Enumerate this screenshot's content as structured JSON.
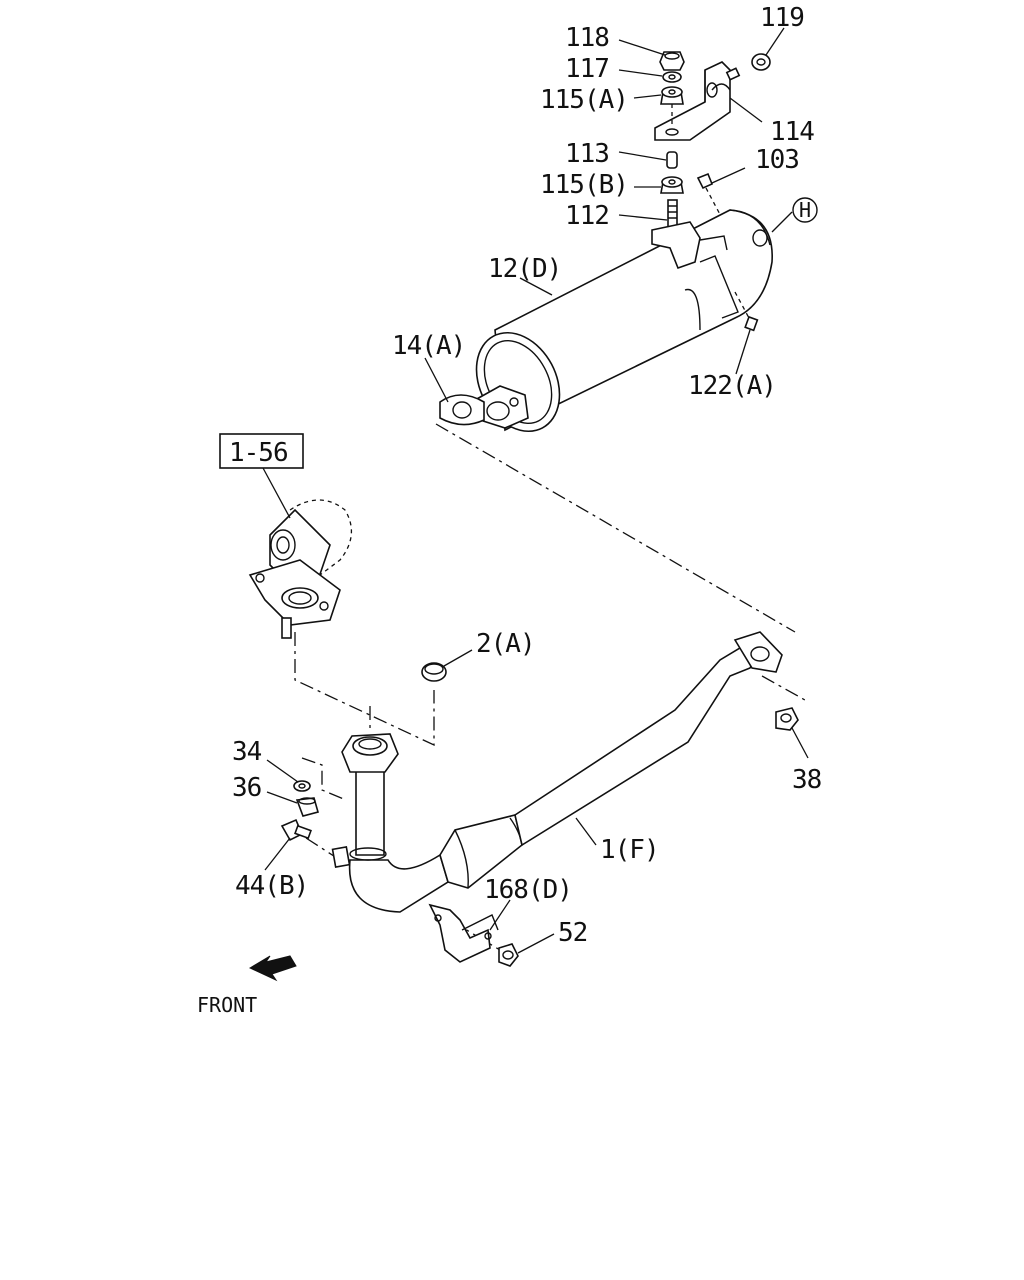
{
  "labels": {
    "p118": "118",
    "p119": "119",
    "p117": "117",
    "p115a": "115(A)",
    "p114": "114",
    "p113": "113",
    "p103": "103",
    "p115b": "115(B)",
    "p112": "112",
    "ph": "H",
    "p12d": "12(D)",
    "p14a": "14(A)",
    "p122a": "122(A)",
    "ref156": "1-56",
    "p2a": "2(A)",
    "p34": "34",
    "p36": "36",
    "p38": "38",
    "p44b": "44(B)",
    "p1f": "1(F)",
    "p168d": "168(D)",
    "p52": "52",
    "front": "FRONT"
  },
  "icons": {
    "front_arrow": "front-arrow-icon"
  },
  "colors": {
    "line": "#111111",
    "background": "#ffffff"
  }
}
